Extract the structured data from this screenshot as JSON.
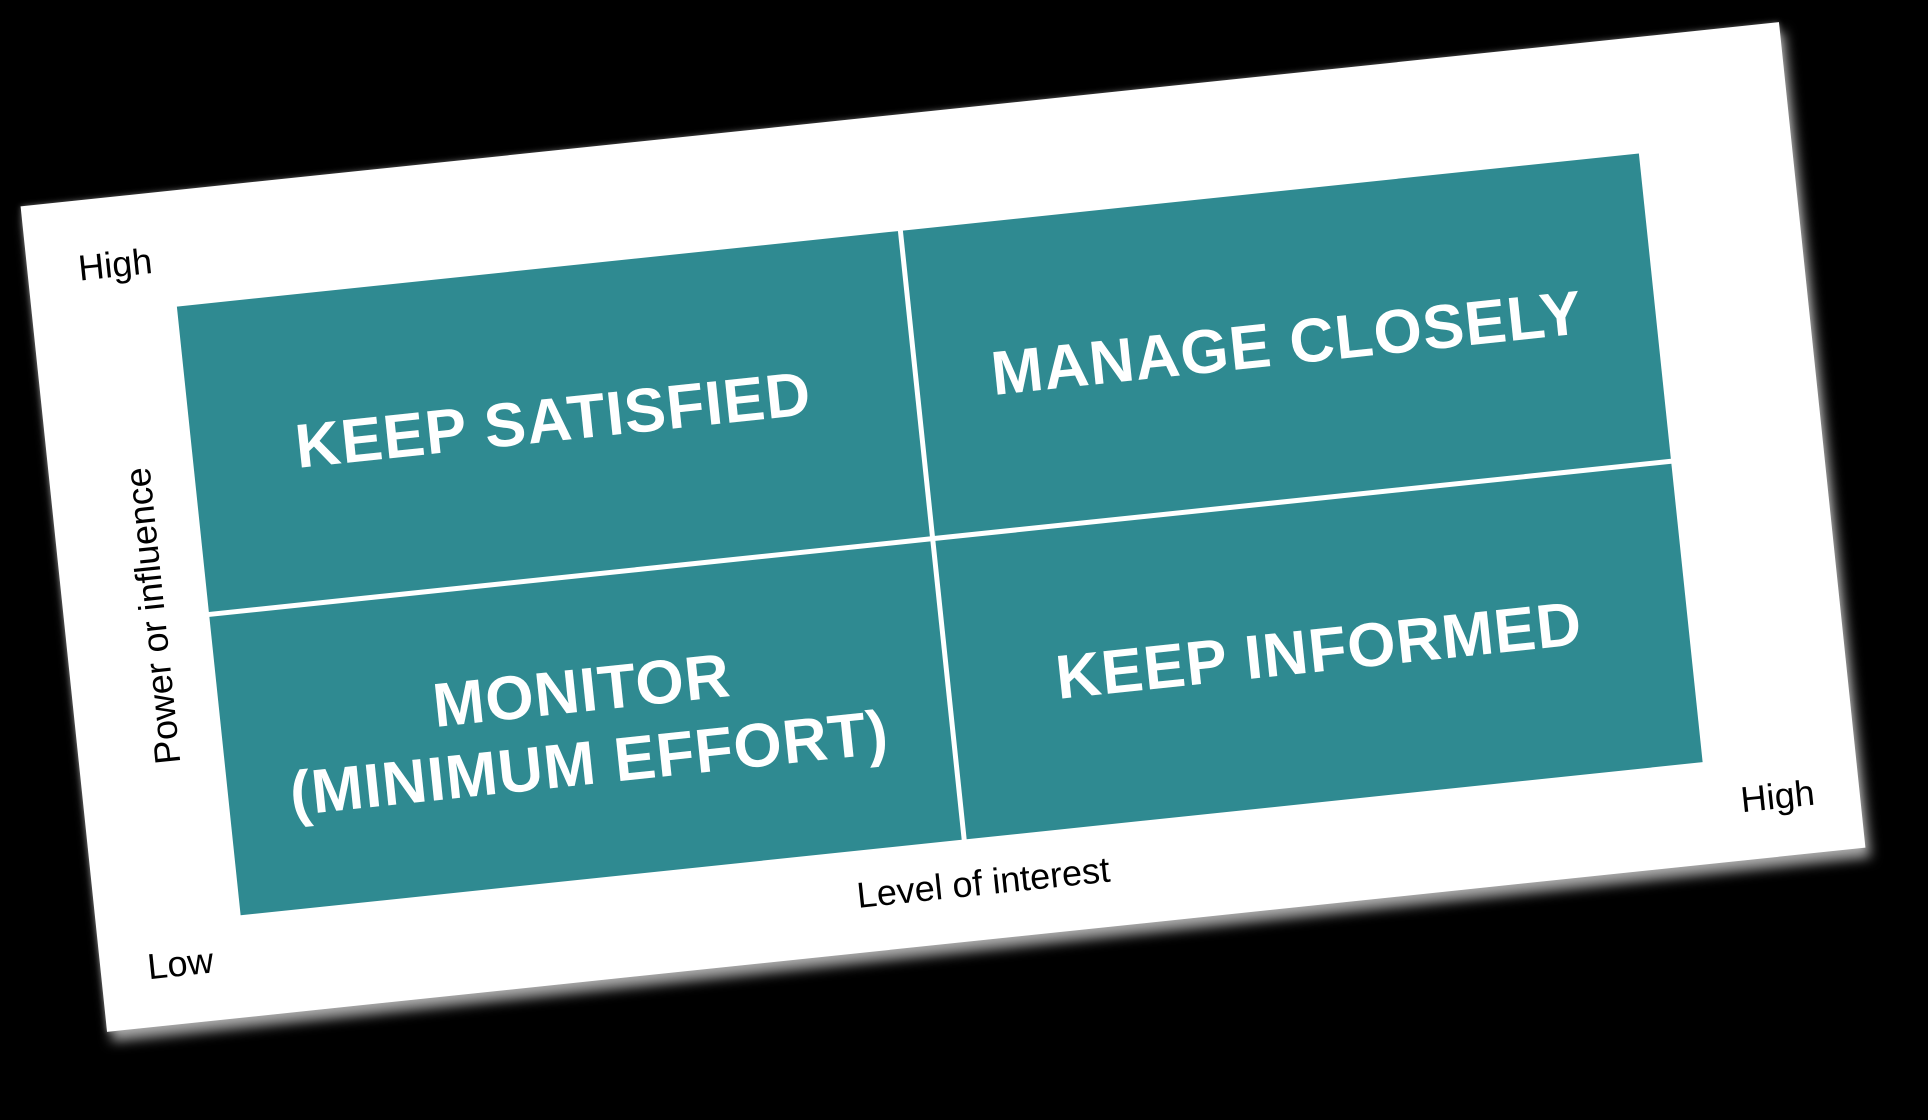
{
  "theme": {
    "bg": "#000000",
    "card_bg": "#ffffff",
    "quadrant_fill": "#2F8A91",
    "quadrant_text": "#ffffff",
    "label_text": "#000000",
    "divider": "#ffffff"
  },
  "matrix": {
    "quadrants": [
      {
        "id": "keep-satisfied",
        "label": "KEEP SATISFIED"
      },
      {
        "id": "manage-closely",
        "label": "MANAGE CLOSELY"
      },
      {
        "id": "monitor",
        "label": "MONITOR\n(MINIMUM EFFORT)"
      },
      {
        "id": "keep-informed",
        "label": "KEEP INFORMED"
      }
    ]
  },
  "axes": {
    "y": {
      "label": "Power or influence",
      "top": "High",
      "bottom": "Low"
    },
    "x": {
      "label": "Level of interest",
      "right": "High"
    }
  }
}
